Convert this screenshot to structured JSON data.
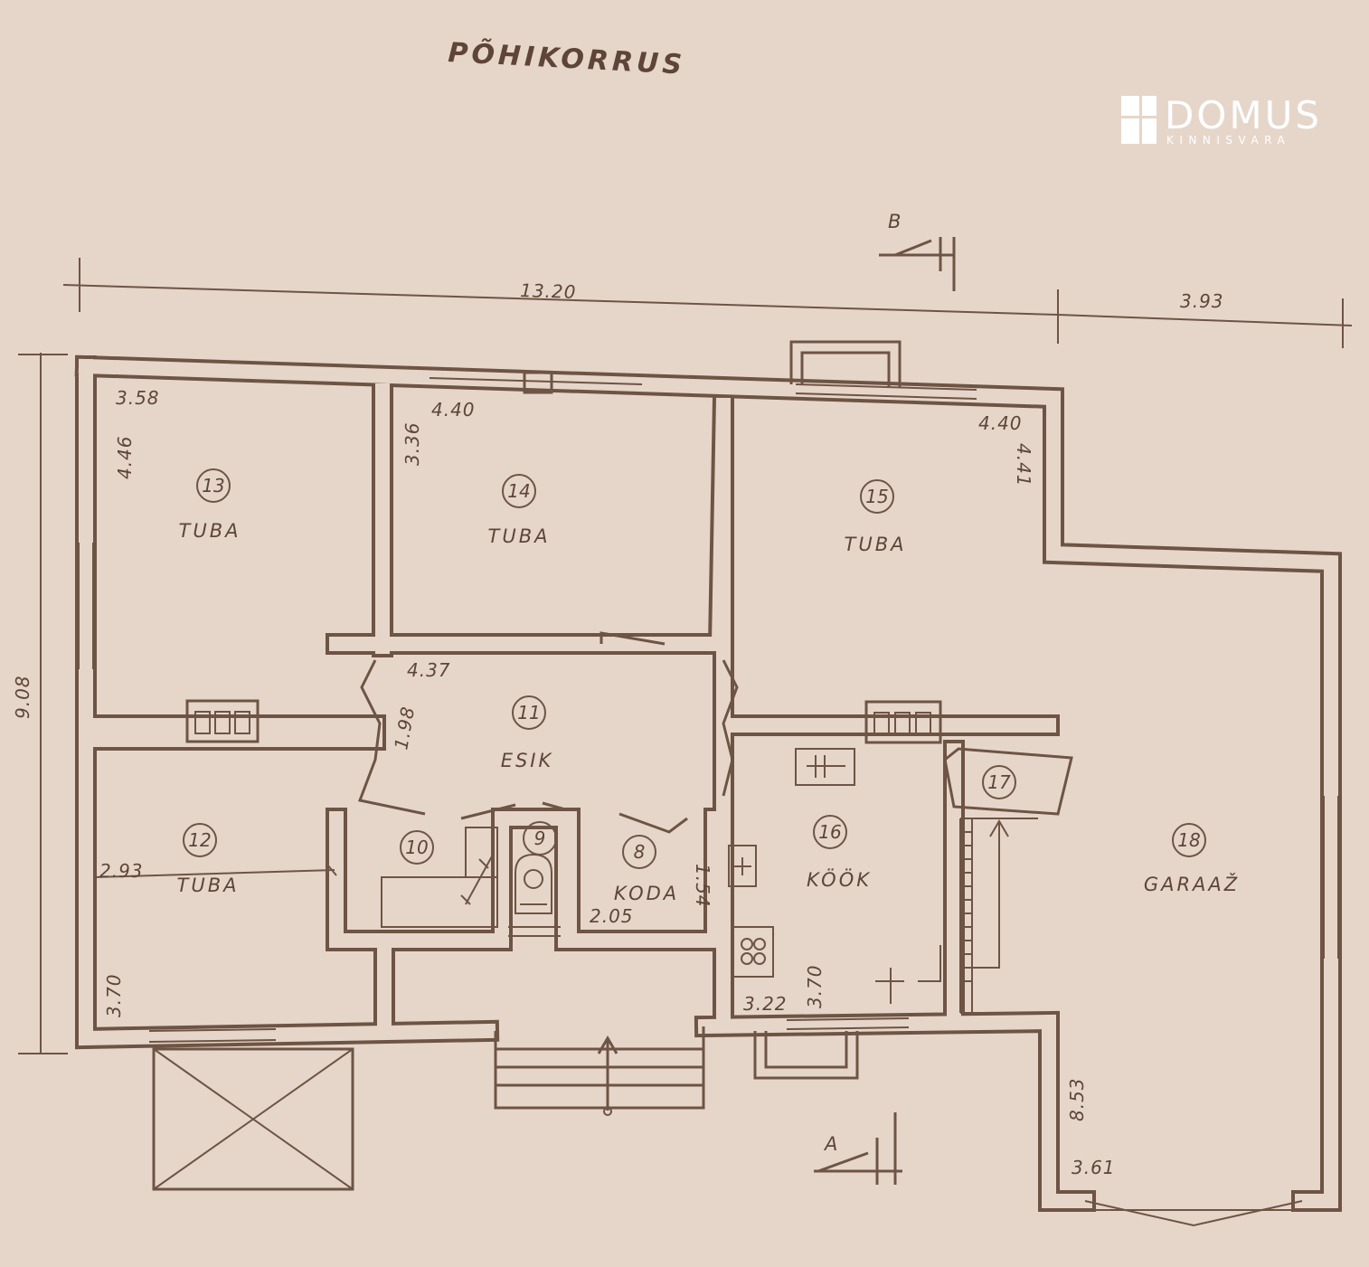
{
  "title": "PÕHIKORRUS",
  "logo": {
    "name": "DOMUS",
    "subtitle": "KINNISVARA"
  },
  "section_markers": {
    "a": "A",
    "b": "B"
  },
  "rooms": [
    {
      "number": "8",
      "label": "KODA"
    },
    {
      "number": "9",
      "label": ""
    },
    {
      "number": "10",
      "label": ""
    },
    {
      "number": "11",
      "label": "ESIK"
    },
    {
      "number": "12",
      "label": "TUBA"
    },
    {
      "number": "13",
      "label": "TUBA"
    },
    {
      "number": "14",
      "label": "TUBA"
    },
    {
      "number": "15",
      "label": "TUBA"
    },
    {
      "number": "16",
      "label": "KÖÖK"
    },
    {
      "number": "17",
      "label": ""
    },
    {
      "number": "18",
      "label": "GARAAŽ"
    }
  ],
  "dimensions": {
    "overall_width": "13.20",
    "garage_width_outer": "3.93",
    "overall_depth": "9.08",
    "r13_width": "3.58",
    "r13_depth": "4.46",
    "r14_width": "4.40",
    "r14_depth": "3.36",
    "r15_width": "4.40",
    "r15_depth": "4.41",
    "r11_width": "4.37",
    "r11_depth": "1.98",
    "r12_width": "2.93",
    "r12_depth": "3.70",
    "r8_width": "2.05",
    "r8_depth": "1.54",
    "r16_width": "3.22",
    "r16_depth": "3.70",
    "r18_depth": "8.53",
    "r18_width": "3.61"
  },
  "colors": {
    "paper": "#e6d6ca",
    "ink": "#6e5444"
  }
}
